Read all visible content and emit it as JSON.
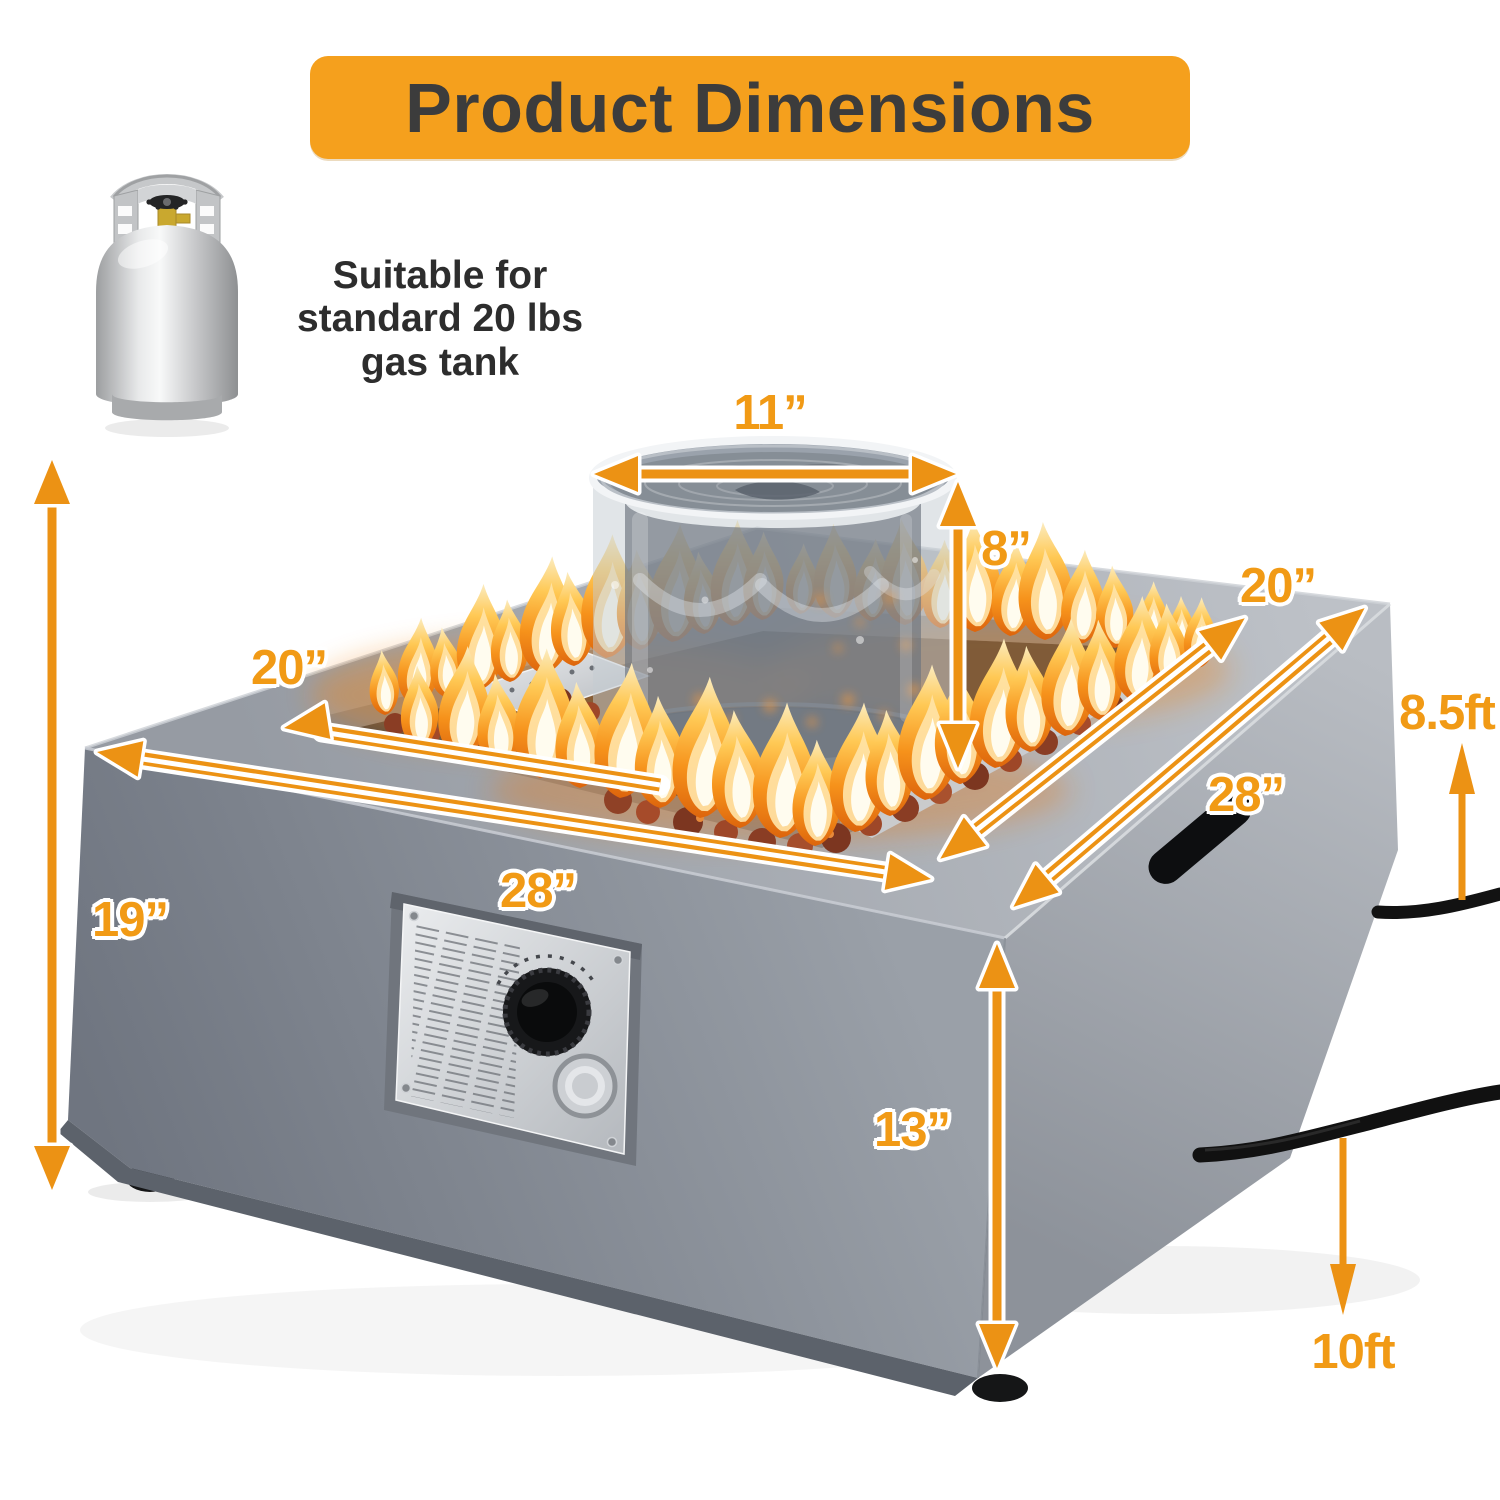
{
  "banner": {
    "title": "Product Dimensions"
  },
  "tank_note": {
    "lines": [
      "Suitable for",
      "standard 20 lbs",
      "gas tank"
    ]
  },
  "dimensions": {
    "water_bowl_diameter": "11”",
    "water_bowl_height": "8”",
    "fire_area_left": "20”",
    "fire_area_right": "20”",
    "tabletop_left": "28”",
    "tabletop_right": "28”",
    "overall_height": "19”",
    "base_height": "13”",
    "gas_hose_length": "8.5ft",
    "cord_length": "10ft"
  },
  "colors": {
    "accent_orange": "#F5A01D",
    "arrow_orange": "#EC9214",
    "title_text": "#3C3C3C",
    "note_text": "#2D2D2D",
    "concrete_gray": "#9BA0A8",
    "flame_orange": "#F6921B"
  }
}
